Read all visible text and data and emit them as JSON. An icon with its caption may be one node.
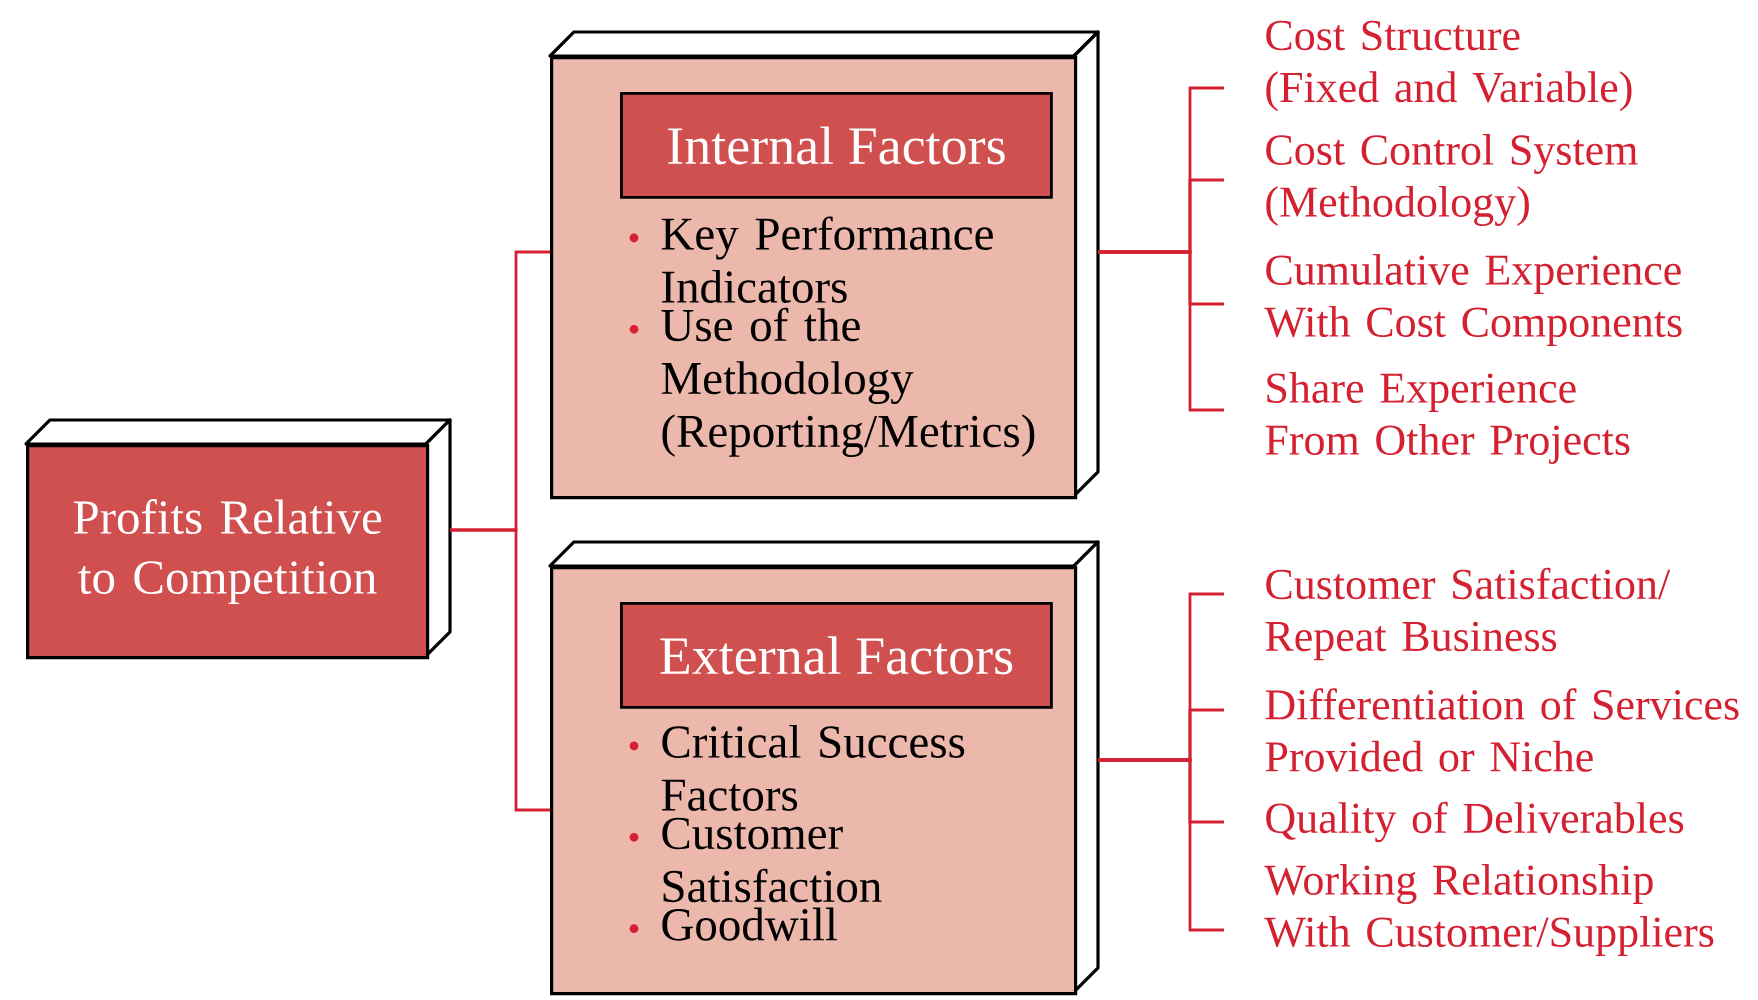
{
  "diagram": {
    "nodes": [
      {
        "text": [
          "Profits Relative to Competition"
        ]
      },
      {
        "text": [
          "Key Performance Indicators",
          "Use of the Methodology (Reporting/Metrics)"
        ]
      },
      {
        "text": [
          "Internal Factors"
        ],
        "in": 1
      },
      {
        "text": [
          "Critical Success Factors",
          "Customer Satisfaction",
          "Goodwill"
        ]
      },
      {
        "text": [
          "External Factors"
        ],
        "in": 3
      },
      {
        "text": [
          "Cost Structure (Fixed and Variable)"
        ]
      },
      {
        "text": [
          "Cost Control System (Methodology)"
        ]
      },
      {
        "text": [
          "Cumulative Experience With Cost Components"
        ]
      },
      {
        "text": [
          "Share Experience From Other Projects"
        ]
      },
      {
        "text": [
          "Customer Satisfaction/ Repeat Business"
        ]
      },
      {
        "text": [
          "Differentiation of Services Provided or Niche"
        ]
      },
      {
        "text": [
          "Quality of Deliverables"
        ]
      },
      {
        "text": [
          "Working Relationship With Customer/Suppliers"
        ]
      }
    ],
    "edges": [
      {
        "from": 0,
        "to": 1,
        "arrow": "none"
      },
      {
        "from": 0,
        "to": 3,
        "arrow": "none"
      },
      {
        "from": 1,
        "to": 5,
        "arrow": "none"
      },
      {
        "from": 1,
        "to": 6,
        "arrow": "none"
      },
      {
        "from": 1,
        "to": 7,
        "arrow": "none"
      },
      {
        "from": 1,
        "to": 8,
        "arrow": "none"
      },
      {
        "from": 3,
        "to": 9,
        "arrow": "none"
      },
      {
        "from": 3,
        "to": 10,
        "arrow": "none"
      },
      {
        "from": 3,
        "to": 11,
        "arrow": "none"
      },
      {
        "from": 3,
        "to": 12,
        "arrow": "none"
      }
    ]
  }
}
